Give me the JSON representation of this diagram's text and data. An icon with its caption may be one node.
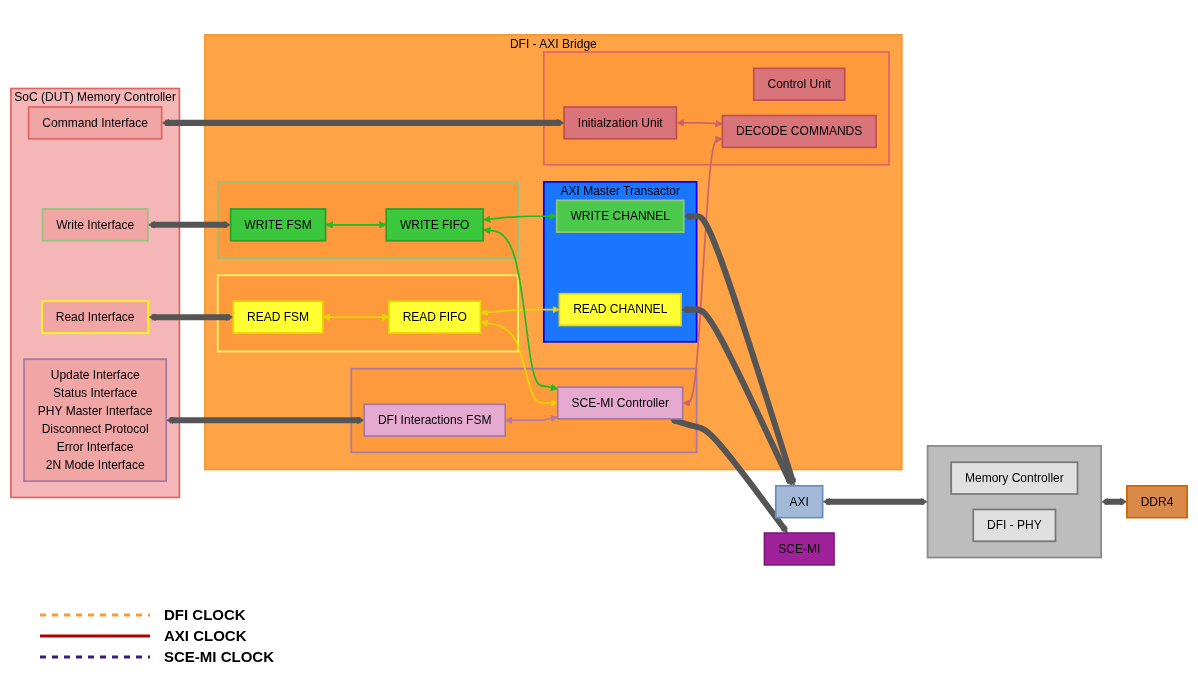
{
  "diagram": {
    "nodes": [
      {
        "text": [
          "SoC (DUT) Memory Controller"
        ]
      },
      {
        "text": [
          "Command Interface"
        ],
        "in": 0
      },
      {
        "text": [
          "Write Interface"
        ],
        "in": 0
      },
      {
        "text": [
          "Read Interface"
        ],
        "in": 0
      },
      {
        "text": [
          "Update Interface",
          "Status Interface",
          "PHY Master Interface",
          "Disconnect Protocol",
          "Error Interface",
          "2N Mode Interface"
        ],
        "in": 0
      },
      {
        "text": [
          "DFI - AXI Bridge"
        ]
      },
      {
        "text": [],
        "shape": "box",
        "in": 5
      },
      {
        "text": [
          "Initialzation Unit"
        ],
        "in": 6
      },
      {
        "text": [
          "Control Unit"
        ],
        "in": 6
      },
      {
        "text": [
          "DECODE COMMANDS"
        ],
        "in": 6
      },
      {
        "text": [],
        "shape": "box",
        "in": 5
      },
      {
        "text": [
          "WRITE FSM"
        ],
        "in": 10
      },
      {
        "text": [
          "WRITE FIFO"
        ],
        "in": 10
      },
      {
        "text": [],
        "shape": "box",
        "in": 5
      },
      {
        "text": [
          "READ FSM"
        ],
        "in": 13
      },
      {
        "text": [
          "READ FIFO"
        ],
        "in": 13
      },
      {
        "text": [],
        "shape": "box",
        "in": 5
      },
      {
        "text": [
          "DFI Interactions FSM"
        ],
        "in": 16
      },
      {
        "text": [
          "SCE-MI Controller"
        ],
        "in": 16
      },
      {
        "text": [
          "AXI Master Transactor"
        ],
        "in": 5
      },
      {
        "text": [
          "WRITE CHANNEL"
        ],
        "in": 19
      },
      {
        "text": [
          "READ CHANNEL"
        ],
        "in": 19
      },
      {
        "text": [
          "AXI"
        ]
      },
      {
        "text": [],
        "shape": "box"
      },
      {
        "text": [
          "Memory Controller"
        ],
        "in": 23
      },
      {
        "text": [
          "DFI - PHY"
        ],
        "in": 23
      },
      {
        "text": [
          "DDR4"
        ]
      },
      {
        "text": [
          "SCE-MI"
        ]
      }
    ],
    "edges": [
      {
        "from": 1,
        "to": 7,
        "arrow": "both",
        "style": "thick"
      },
      {
        "from": 2,
        "to": 11,
        "arrow": "both",
        "style": "thick"
      },
      {
        "from": 3,
        "to": 14,
        "arrow": "both",
        "style": "thick"
      },
      {
        "from": 4,
        "to": 17,
        "arrow": "both",
        "style": "thick"
      },
      {
        "from": 7,
        "to": 9,
        "arrow": "both",
        "color": "#cc6666"
      },
      {
        "from": 11,
        "to": 12,
        "arrow": "both",
        "color": "#22bb22"
      },
      {
        "from": 12,
        "to": 20,
        "arrow": "both",
        "color": "#22bb22"
      },
      {
        "from": 14,
        "to": 15,
        "arrow": "both",
        "color": "#e6d600"
      },
      {
        "from": 15,
        "to": 21,
        "arrow": "both",
        "color": "#e6d600"
      },
      {
        "from": 15,
        "to": 18,
        "arrow": "both",
        "color": "#e6d600"
      },
      {
        "from": 12,
        "to": 18,
        "arrow": "both",
        "color": "#22bb22"
      },
      {
        "from": 18,
        "to": 9,
        "arrow": "both",
        "color": "#cc6666"
      },
      {
        "from": 17,
        "to": 18,
        "arrow": "both",
        "color": "#b77aa6"
      },
      {
        "from": 18,
        "to": 27,
        "arrow": "both",
        "style": "thick"
      },
      {
        "from": 20,
        "to": 22,
        "arrow": "both",
        "style": "thick"
      },
      {
        "from": 21,
        "to": 22,
        "arrow": "both",
        "style": "thick"
      },
      {
        "from": 22,
        "to": 23,
        "arrow": "both",
        "style": "thick"
      },
      {
        "from": 23,
        "to": 26,
        "arrow": "both",
        "style": "thick"
      }
    ],
    "legend": [
      {
        "text": "DFI CLOCK"
      },
      {
        "text": "AXI CLOCK"
      },
      {
        "text": "SCE-MI CLOCK"
      }
    ]
  }
}
